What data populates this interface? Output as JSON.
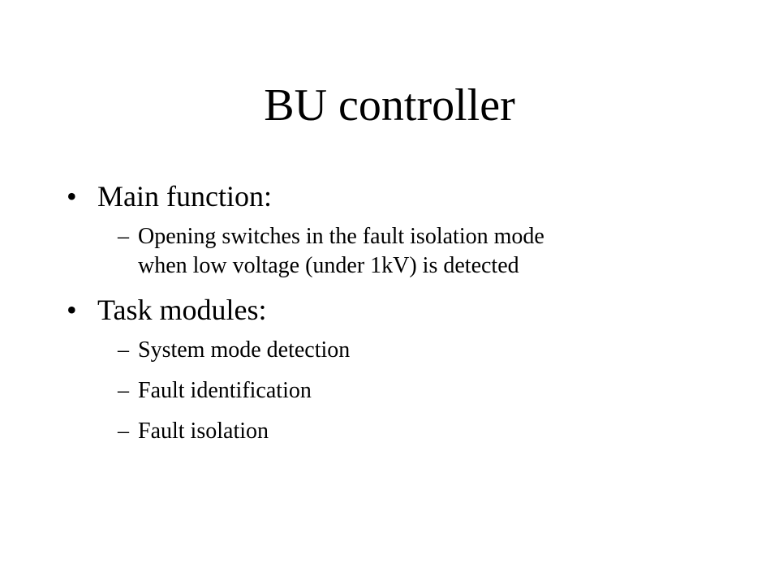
{
  "slide": {
    "title": "BU controller",
    "items": [
      {
        "bullet": "•",
        "text": "Main function:",
        "subitems": [
          {
            "marker": "–",
            "text": "Opening switches in the fault isolation mode\nwhen low voltage (under 1kV) is detected"
          }
        ]
      },
      {
        "bullet": "•",
        "text": "Task modules:",
        "subitems": [
          {
            "marker": "–",
            "text": "System mode detection"
          },
          {
            "marker": "–",
            "text": "Fault identification"
          },
          {
            "marker": "–",
            "text": "Fault isolation"
          }
        ]
      }
    ]
  }
}
